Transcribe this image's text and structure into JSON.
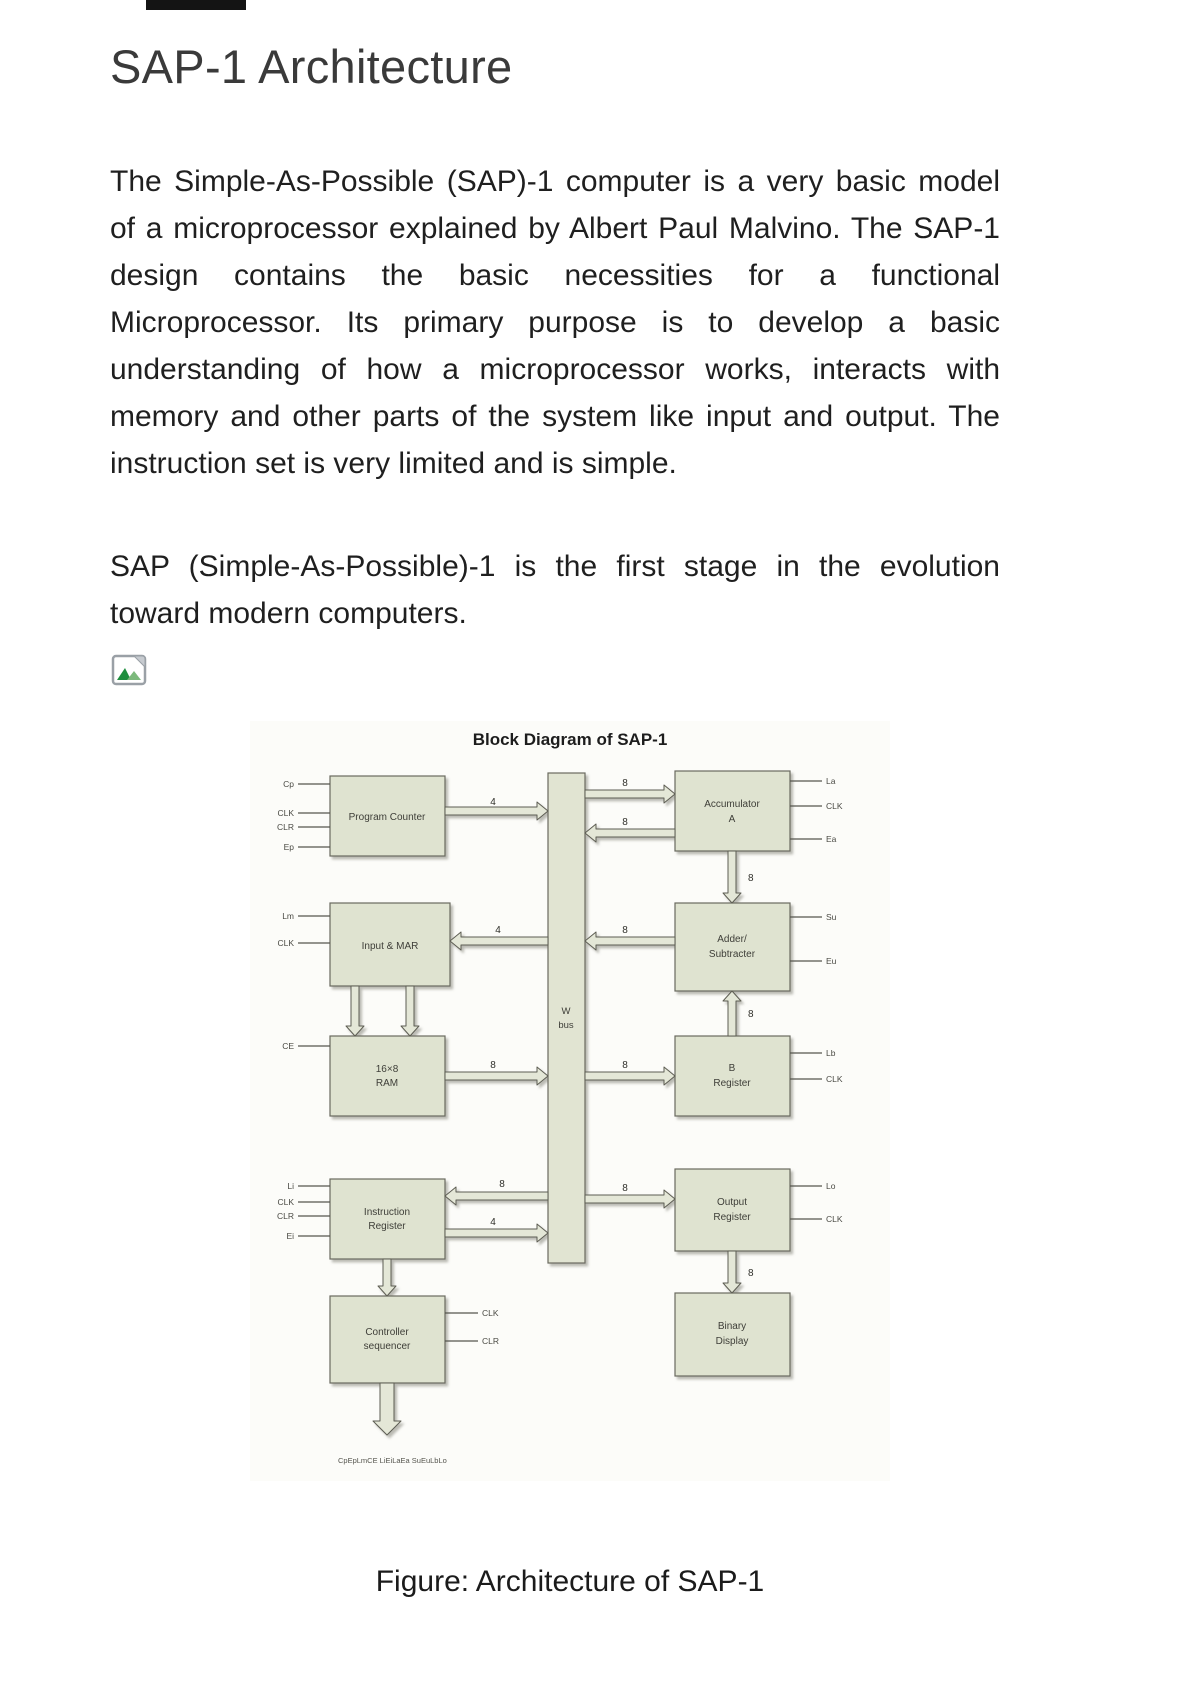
{
  "article": {
    "title": "SAP-1 Architecture",
    "paragraphs": [
      "The Simple-As-Possible (SAP)-1 computer is a very basic model of a microprocessor explained by Albert Paul Malvino. The SAP-1 design contains the basic necessities for a functional Microprocessor. Its primary purpose is to develop a basic understanding of how a microprocessor works, interacts with memory and other parts of the system like input and output. The instruction set is very limited and is simple.",
      "SAP (Simple-As-Possible)-1 is the first stage in the evolution toward modern computers."
    ],
    "figure_caption": "Figure: Architecture of SAP-1"
  },
  "diagram": {
    "title": "Block Diagram of SAP-1",
    "bus": {
      "label_top": "W",
      "label_bottom": "bus"
    },
    "blocks": {
      "program_counter": {
        "line1": "Program Counter"
      },
      "input_mar": {
        "line1": "Input & MAR"
      },
      "ram": {
        "line1": "16×8",
        "line2": "RAM"
      },
      "instruction_register": {
        "line1": "Instruction",
        "line2": "Register"
      },
      "controller": {
        "line1": "Controller",
        "line2": "sequencer"
      },
      "accumulator": {
        "line1": "Accumulator",
        "line2": "A"
      },
      "adder": {
        "line1": "Adder/",
        "line2": "Subtracter"
      },
      "b_register": {
        "line1": "B",
        "line2": "Register"
      },
      "output_register": {
        "line1": "Output",
        "line2": "Register"
      },
      "binary_display": {
        "line1": "Binary",
        "line2": "Display"
      }
    },
    "bus_widths": {
      "pc_to_bus": "4",
      "bus_to_mar": "4",
      "ram_to_bus": "8",
      "bus_to_ir": "8",
      "ir_to_bus": "4",
      "bus_to_acc": "8",
      "acc_to_bus": "8",
      "acc_to_adder": "8",
      "adder_to_bus": "8",
      "bus_to_b": "8",
      "b_to_adder": "8",
      "bus_to_out": "8",
      "out_to_display": "8"
    },
    "signals": {
      "pc": [
        "Cp",
        "CLK",
        "CLR",
        "Ep"
      ],
      "mar": [
        "Lm",
        "CLK"
      ],
      "ram": [
        "CE"
      ],
      "ir": [
        "Li",
        "CLK",
        "CLR",
        "Ei"
      ],
      "acc": [
        "La",
        "CLK",
        "Ea"
      ],
      "adder": [
        "Su",
        "Eu"
      ],
      "b": [
        "Lb",
        "CLK"
      ],
      "out": [
        "Lo",
        "CLK"
      ],
      "controller": [
        "CLK",
        "CLR"
      ]
    },
    "control_word": "CpEpLmCE LiEiLaEa SuEuLbLo"
  },
  "colors": {
    "box_fill": "#dfe3d0",
    "box_stroke": "#6a6a5e",
    "text_dark": "#1f1f1f",
    "title_gray": "#3a3a3a"
  }
}
